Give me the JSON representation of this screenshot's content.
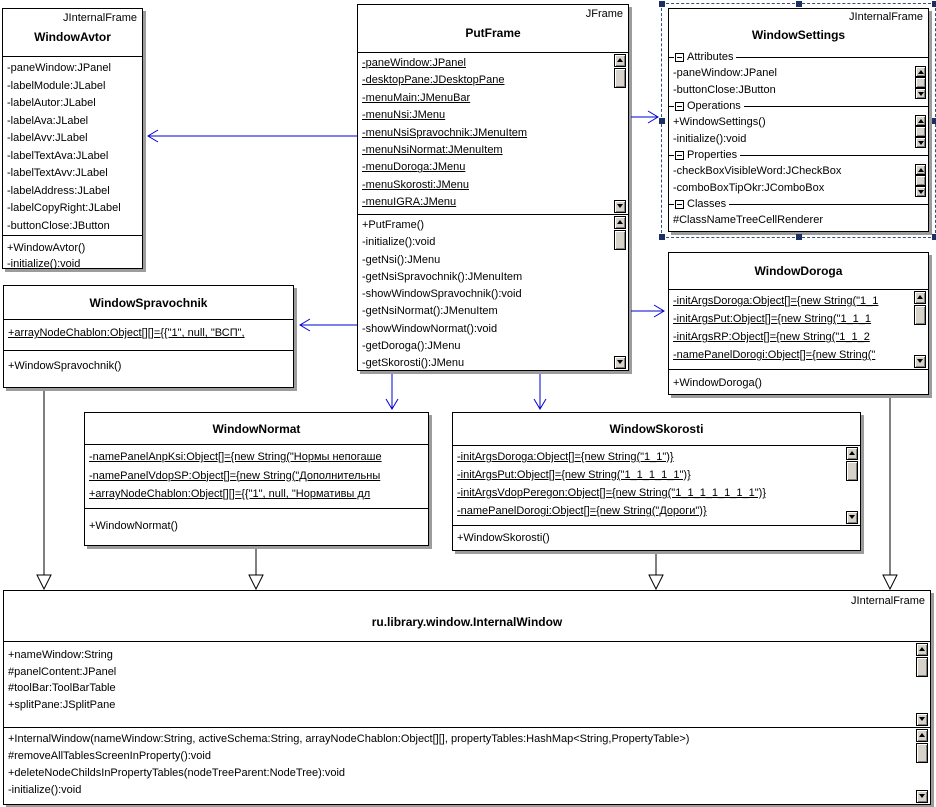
{
  "classes": {
    "windowAvtor": {
      "stereotype": "JInternalFrame",
      "name": "WindowAvtor",
      "attributes": [
        "-paneWindow:JPanel",
        "-labelModule:JLabel",
        "-labelAutor:JLabel",
        "-labelAva:JLabel",
        "-labelAvv:JLabel",
        "-labelTextAva:JLabel",
        "-labelTextAvv:JLabel",
        "-labelAddress:JLabel",
        "-labelCopyRight:JLabel",
        "-buttonClose:JButton"
      ],
      "methods": [
        "+WindowAvtor()",
        "-initialize():void"
      ]
    },
    "putFrame": {
      "stereotype": "JFrame",
      "name": "PutFrame",
      "attributes": [
        "-paneWindow:JPanel",
        "-desktopPane:JDesktopPane",
        "-menuMain:JMenuBar",
        "-menuNsi:JMenu",
        "-menuNsiSpravochnik:JMenuItem",
        "-menuNsiNormat:JMenuItem",
        "-menuDoroga:JMenu",
        "-menuSkorosti:JMenu",
        "-menuIGRA:JMenu"
      ],
      "methods": [
        "+PutFrame()",
        "-initialize():void",
        "-getNsi():JMenu",
        "-getNsiSpravochnik():JMenuItem",
        "-showWindowSpravochnik():void",
        "-getNsiNormat():JMenuItem",
        "-showWindowNormat():void",
        "-getDoroga():JMenu",
        "-getSkorosti():JMenu"
      ]
    },
    "windowSettings": {
      "stereotype": "JInternalFrame",
      "name": "WindowSettings",
      "sections": [
        {
          "label": "Attributes",
          "items": [
            "-paneWindow:JPanel",
            "-buttonClose:JButton"
          ]
        },
        {
          "label": "Operations",
          "items": [
            "+WindowSettings()",
            "-initialize():void"
          ]
        },
        {
          "label": "Properties",
          "items": [
            "-checkBoxVisibleWord:JCheckBox",
            "-comboBoxTipOkr:JComboBox"
          ]
        },
        {
          "label": "Classes",
          "items": [
            "#ClassNameTreeCellRenderer"
          ]
        }
      ]
    },
    "windowDoroga": {
      "name": "WindowDoroga",
      "attributes": [
        "-initArgsDoroga:Object[]={new String(\"1_1",
        "-initArgsPut:Object[]={new String(\"1_1_1",
        "-initArgsRP:Object[]={new String(\"1_1_2",
        "-namePanelDorogi:Object[]={new String(\""
      ],
      "methods": [
        "+WindowDoroga()"
      ]
    },
    "windowSpravochnik": {
      "name": "WindowSpravochnik",
      "attributes": [
        "+arrayNodeChablon:Object[][]={{\"1\", null, \"ВСП\","
      ],
      "methods": [
        "+WindowSpravochnik()"
      ]
    },
    "windowNormat": {
      "name": "WindowNormat",
      "attributes": [
        "-namePanelAnpKsi:Object[]={new String(\"Нормы непогаше",
        "-namePanelVdopSP:Object[]={new String(\"Дополнительны",
        "+arrayNodeChablon:Object[][]={{\"1\", null, \"Нормативы дл"
      ],
      "methods": [
        "+WindowNormat()"
      ]
    },
    "windowSkorosti": {
      "name": "WindowSkorosti",
      "attributes": [
        "-initArgsDoroga:Object[]={new String(\"1_1\")}",
        "-initArgsPut:Object[]={new String(\"1_1_1_1_1\")}",
        "-initArgsVdopPeregon:Object[]={new String(\"1_1_1_1_1_1_1\")}",
        "-namePanelDorogi:Object[]={new String(\"Дороги\")}"
      ],
      "methods": [
        "+WindowSkorosti()"
      ]
    },
    "internalWindow": {
      "stereotype": "JInternalFrame",
      "name": "ru.library.window.InternalWindow",
      "attributes": [
        "+nameWindow:String",
        "#panelContent:JPanel",
        "#toolBar:ToolBarTable",
        "+splitPane:JSplitPane"
      ],
      "methods": [
        "+InternalWindow(nameWindow:String, activeSchema:String, arrayNodeChablon:Object[][], propertyTables:HashMap<String,PropertyTable>)",
        "#removeAllTablesScreenInProperty():void",
        "+deleteNodeChildsInPropertyTables(nodeTreeParent:NodeTree):void",
        "-initialize():void"
      ]
    }
  },
  "relations": [
    {
      "type": "dependency",
      "from": "PutFrame",
      "to": "WindowAvtor"
    },
    {
      "type": "dependency",
      "from": "PutFrame",
      "to": "WindowSettings"
    },
    {
      "type": "dependency",
      "from": "PutFrame",
      "to": "WindowSpravochnik"
    },
    {
      "type": "dependency",
      "from": "PutFrame",
      "to": "WindowDoroga"
    },
    {
      "type": "dependency",
      "from": "PutFrame",
      "to": "WindowNormat"
    },
    {
      "type": "dependency",
      "from": "PutFrame",
      "to": "WindowSkorosti"
    },
    {
      "type": "generalization",
      "from": "WindowSpravochnik",
      "to": "ru.library.window.InternalWindow"
    },
    {
      "type": "generalization",
      "from": "WindowNormat",
      "to": "ru.library.window.InternalWindow"
    },
    {
      "type": "generalization",
      "from": "WindowSkorosti",
      "to": "ru.library.window.InternalWindow"
    },
    {
      "type": "generalization",
      "from": "WindowDoroga",
      "to": "ru.library.window.InternalWindow"
    }
  ],
  "colors": {
    "dependency_arrow": "#0000d4",
    "selection_border": "#35507e",
    "selection_handle": "#1c2f63",
    "box_shadow": "#9c9c9c"
  }
}
